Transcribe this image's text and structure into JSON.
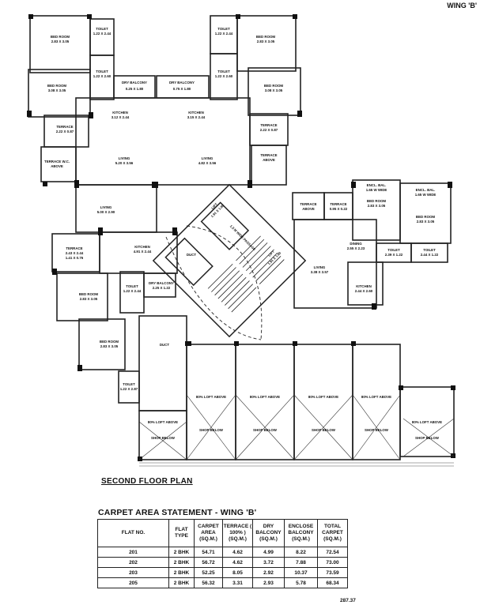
{
  "wing_label": "WING 'B'",
  "plan_title": "SECOND FLOOR PLAN",
  "statement_title": "CARPET AREA STATEMENT - WING 'B'",
  "rooms": {
    "bed_tl": {
      "name": "BED ROOM",
      "dim": "2.83 X 3.05"
    },
    "toilet_tl": {
      "name": "TOILET",
      "dim": "1.22 X 2.44"
    },
    "bed_tl2": {
      "name": "BED ROOM",
      "dim": "3.08 X 3.05"
    },
    "toilet_tl2": {
      "name": "TOILET",
      "dim": "1.22 X 2.60"
    },
    "drybal_l": {
      "name": "DRY BALCONY",
      "dim": "0.25 X 1.80"
    },
    "drybal_r": {
      "name": "DRY BALCONY",
      "dim": "0.75 X 1.80"
    },
    "toilet_tr": {
      "name": "TOILET",
      "dim": "1.22 X 2.44"
    },
    "toilet_tr2": {
      "name": "TOILET",
      "dim": "1.22 X 2.60"
    },
    "bed_tr": {
      "name": "BED ROOM",
      "dim": "2.83 X 3.05"
    },
    "bed_tr2": {
      "name": "BED ROOM",
      "dim": "3.08 X 3.05"
    },
    "kitchen_l": {
      "name": "KITCHEN",
      "dim": "3.12 X 2.44"
    },
    "kitchen_r": {
      "name": "KITCHEN",
      "dim": "3.15 X 2.44"
    },
    "terrace_l": {
      "name": "TERRACE",
      "dim": "2.22 X 0.87"
    },
    "terrace_r": {
      "name": "TERRACE",
      "dim": "2.22 X 0.87"
    },
    "living_l": {
      "name": "LIVING",
      "dim": "5.20 X 3.56"
    },
    "living_r": {
      "name": "LIVING",
      "dim": "4.82 X 3.56"
    },
    "terrace_wc": {
      "name": "TERRACE W.C.",
      "dim": "ABOVE"
    },
    "terrace_above": {
      "name": "TERRACE",
      "dim": "ABOVE"
    },
    "living_ml": {
      "name": "LIVING",
      "dim": "5.00 X 2.90"
    },
    "terrace_ml": {
      "name": "TERRACE",
      "dim": "2.43 X 2.44",
      "dim2": "1.41 X 0.76"
    },
    "kitchen_ml": {
      "name": "KITCHEN",
      "dim": "4.91 X 2.44"
    },
    "bed_ml": {
      "name": "BED ROOM",
      "dim": "2.83 X 3.05"
    },
    "toilet_ml": {
      "name": "TOILET",
      "dim": "1.22 X 2.44"
    },
    "drybal_ml": {
      "name": "DRY BALCONY",
      "dim": "2.25 X 1.22"
    },
    "bed_bl": {
      "name": "BED ROOM",
      "dim": "2.83 X 3.05"
    },
    "toilet_bl": {
      "name": "TOILET",
      "dim": "1.22 X 2.87"
    },
    "duct": {
      "name": "DUCT"
    },
    "duct2": {
      "name": "DUCT"
    },
    "terrace_rt": {
      "name": "TERRACE",
      "dim": "ABOVE"
    },
    "terrace_rt2": {
      "name": "TERRACE",
      "dim": "0.95 X 0.22"
    },
    "encl_bal_1": {
      "name": "ENCL. BAL.",
      "dim": "1.65 W WIDE"
    },
    "bed_rr": {
      "name": "BED ROOM",
      "dim": "2.83 X 3.05"
    },
    "encl_bal_2": {
      "name": "ENCL. BAL.",
      "dim": "1.65 W WIDE"
    },
    "bed_rr2": {
      "name": "BED ROOM",
      "dim": "2.83 X 3.05"
    },
    "dining": {
      "name": "DINING",
      "dim": "2.55 X 2.23"
    },
    "toilet_rr": {
      "name": "TOILET",
      "dim": "2.39 X 1.22"
    },
    "toilet_rr2": {
      "name": "TOILET",
      "dim": "2.44 X 1.22"
    },
    "living_rr": {
      "name": "LIVING",
      "dim": "3.38 X 3.57"
    },
    "kitchen_rr": {
      "name": "KITCHEN",
      "dim": "2.44 X 2.60"
    },
    "lift1": {
      "name": "LIFT",
      "dim": "1.91 X 1.80"
    },
    "lift2": {
      "name": "LIFT",
      "dim": "1.91 X 1.80"
    },
    "passage": {
      "name": "1.5 M WIDE PASSAGE"
    },
    "loft": "80% LOFT ABOVE",
    "shop": "SHOP BELOW"
  },
  "table": {
    "headers": [
      "FLAT NO.",
      "FLAT TYPE",
      "CARPET AREA (SQ.M.)",
      "TERRACE ( 100% ) (SQ.M.)",
      "DRY BALCONY (SQ.M.)",
      "ENCLOSE BALCONY (SQ.M.)",
      "TOTAL CARPET (SQ.M.)"
    ],
    "rows": [
      [
        "201",
        "2 BHK",
        "54.71",
        "4.62",
        "4.99",
        "8.22",
        "72.54"
      ],
      [
        "202",
        "2 BHK",
        "56.72",
        "4.62",
        "3.72",
        "7.88",
        "73.00"
      ],
      [
        "203",
        "2 BHK",
        "52.25",
        "8.05",
        "2.92",
        "10.37",
        "73.59"
      ],
      [
        "205",
        "2 BHK",
        "56.32",
        "3.31",
        "2.93",
        "5.78",
        "68.34"
      ]
    ],
    "grand_total": "287.37"
  }
}
